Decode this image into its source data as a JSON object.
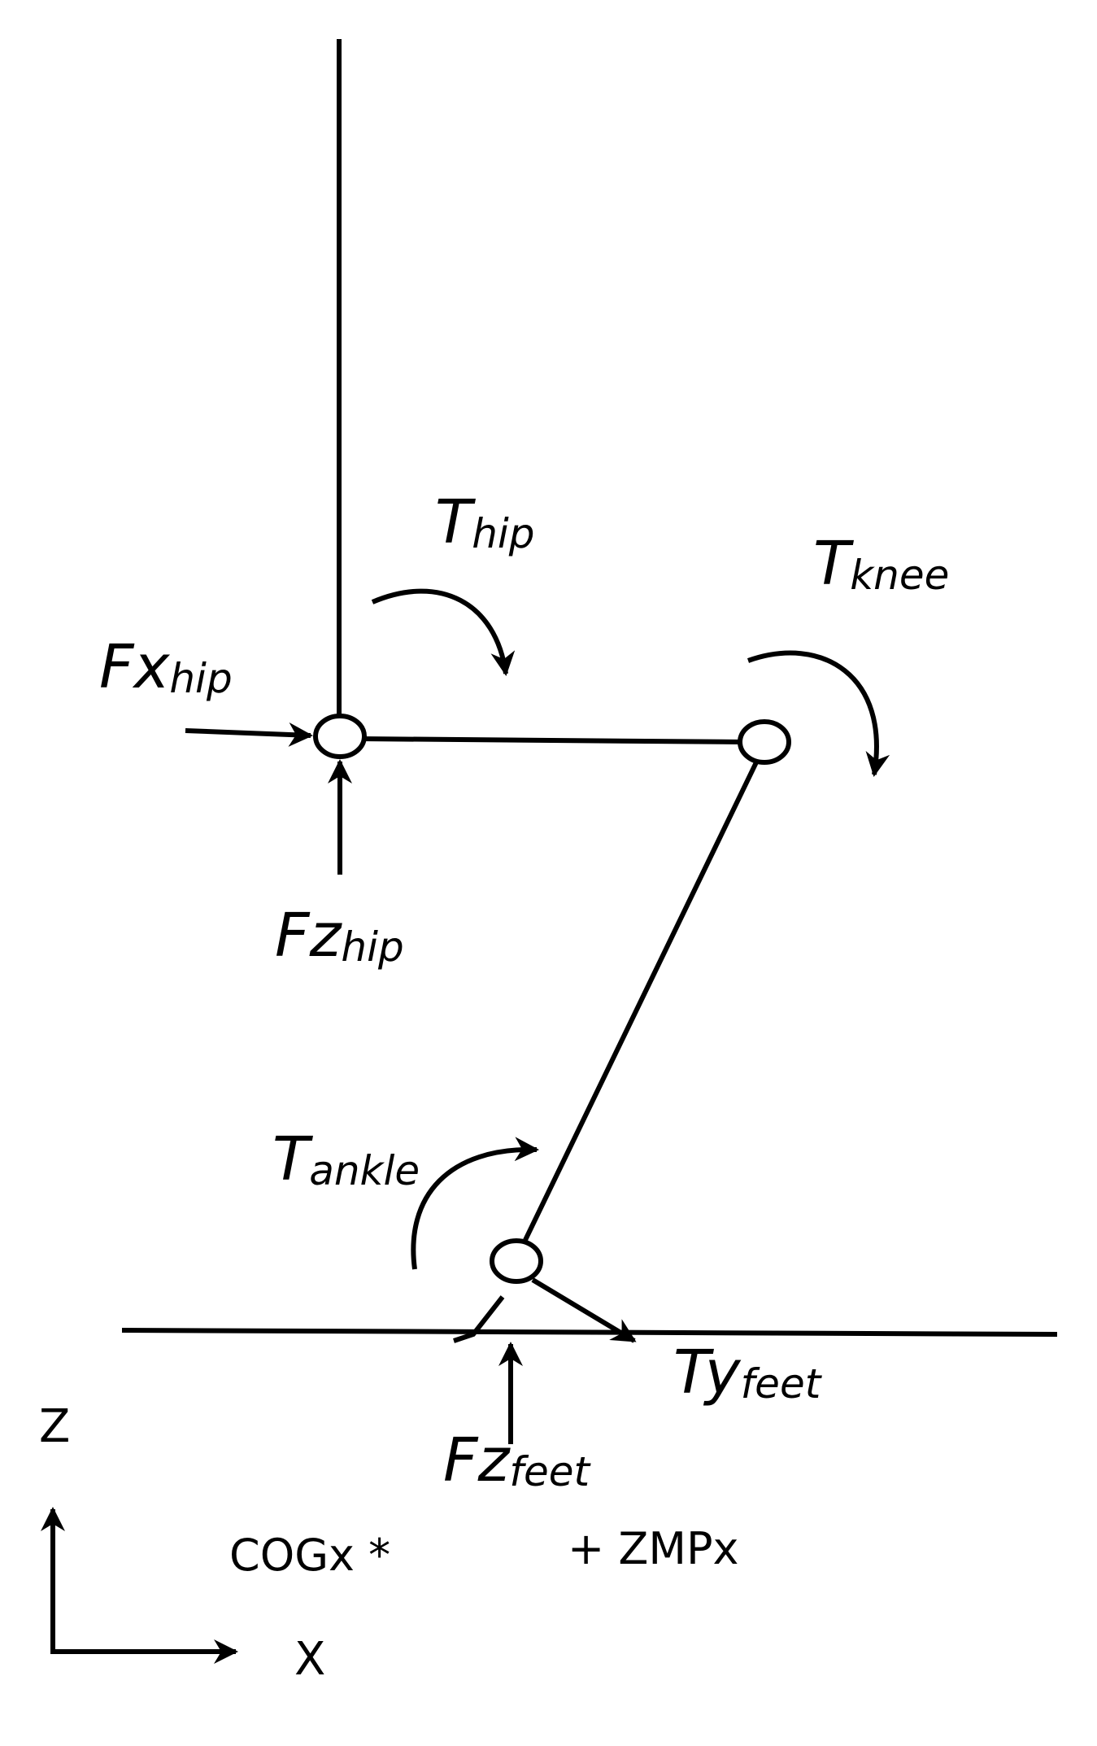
{
  "labels": {
    "t_hip": {
      "main": "T",
      "sub": "hip"
    },
    "t_knee": {
      "main": "T",
      "sub": "knee"
    },
    "fx_hip": {
      "main": "Fx",
      "sub": "hip"
    },
    "fz_hip": {
      "main": "Fz",
      "sub": "hip"
    },
    "t_ankle": {
      "main": "T",
      "sub": "ankle"
    },
    "ty_feet": {
      "main": "Ty",
      "sub": "feet"
    },
    "fz_feet": {
      "main": "Fz",
      "sub": "feet"
    }
  },
  "axes": {
    "z": "Z",
    "x": "X"
  },
  "markers": {
    "cog": "COGx *",
    "zmp": "+ ZMPx"
  }
}
